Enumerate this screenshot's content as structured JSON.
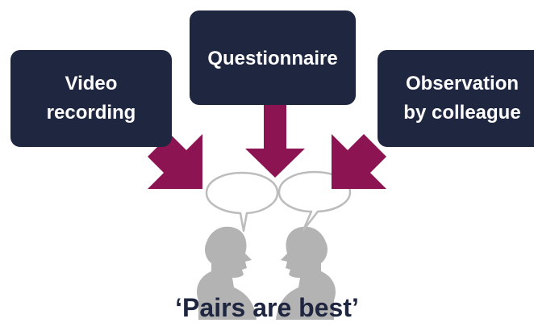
{
  "boxes": {
    "video": {
      "line1": "Video",
      "line2": "recording"
    },
    "questionnaire": {
      "line1": "Questionnaire"
    },
    "observation": {
      "line1": "Observation",
      "line2": "by colleague"
    }
  },
  "caption": "‘Pairs are best’",
  "colors": {
    "box_fill": "#1f2640",
    "arrow": "#8c1452",
    "figure": "#b3b3b3",
    "bubble_stroke": "#bcbcbc"
  },
  "icons": [
    "arrow-down-right-icon",
    "arrow-down-icon",
    "arrow-down-left-icon",
    "speech-bubble-icon",
    "person-silhouette-icon"
  ]
}
